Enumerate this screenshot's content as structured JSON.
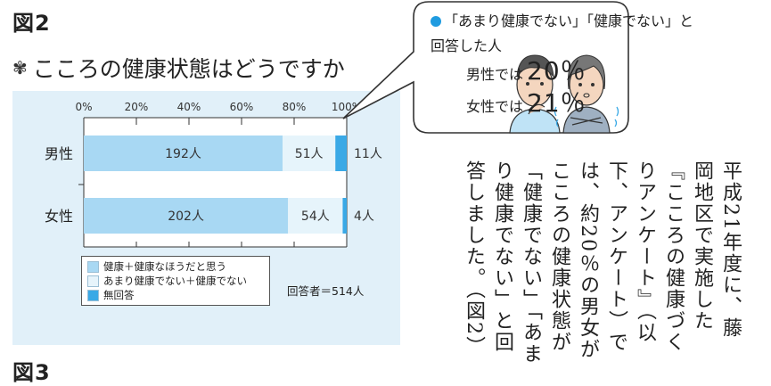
{
  "figure_label": "図2",
  "next_figure_label": "図3",
  "subtitle_mark": "✾",
  "subtitle": "こころの健康状態はどうですか",
  "chart_data": {
    "type": "bar",
    "orientation": "horizontal",
    "stacked": true,
    "xlim": [
      0,
      100
    ],
    "x_ticks": [
      "0%",
      "20%",
      "40%",
      "60%",
      "80%",
      "100%"
    ],
    "categories": [
      "男性",
      "女性"
    ],
    "series": [
      {
        "name": "健康＋健康なほうだと思う",
        "counts": [
          192,
          202
        ],
        "labels": [
          "192人",
          "202人"
        ],
        "color": "#a8d8f3"
      },
      {
        "name": "あまり健康でない＋健康でない",
        "counts": [
          51,
          54
        ],
        "labels": [
          "51人",
          "54人"
        ],
        "color": "#e6f4fb"
      },
      {
        "name": "無回答",
        "counts": [
          11,
          4
        ],
        "labels": [
          "11人",
          "4人"
        ],
        "color": "#3aa9e6"
      }
    ],
    "legend_position": "bottom-left",
    "respondents": "回答者＝514人"
  },
  "callout": {
    "line1": "「あまり健康でない」「健康でない」と",
    "line2": "回答した人",
    "male_prefix": "男性では",
    "male_value": "20％",
    "female_prefix": "女性では",
    "female_value": "21％",
    "accent_color": "#1f9be0"
  },
  "body_text": [
    "平成21年度に、藤",
    "岡地区で実施した",
    "『こころの健康づく",
    "りアンケート』（以",
    "下、アンケート）で",
    "は、約20％の男女が",
    "こころの健康状態が",
    "「健康でない」「あま",
    "り健康でない」と回",
    "答しました。（図2）"
  ]
}
